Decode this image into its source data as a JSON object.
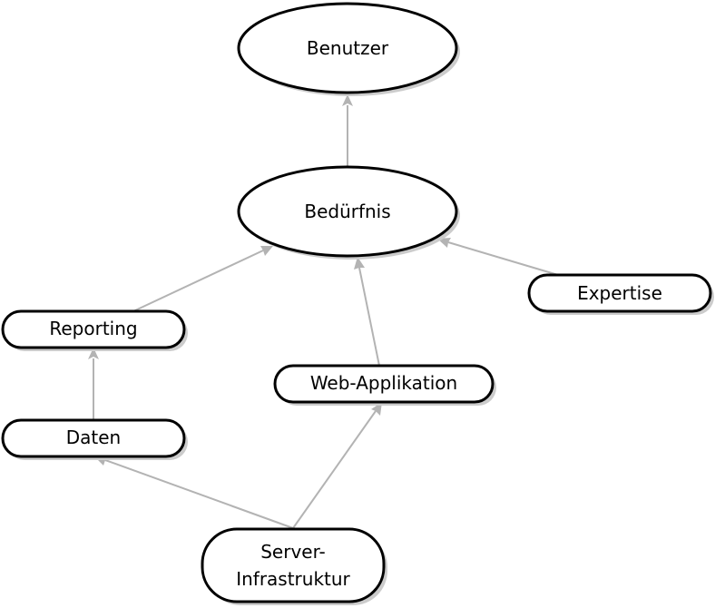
{
  "nodes": {
    "benutzer": {
      "label": "Benutzer"
    },
    "beduerfnis": {
      "label": "Bedürfnis"
    },
    "expertise": {
      "label": "Expertise"
    },
    "reporting": {
      "label": "Reporting"
    },
    "web_applikation": {
      "label": "Web-Applikation"
    },
    "daten": {
      "label": "Daten"
    },
    "server_infrastruktur": {
      "label_line1": "Server-",
      "label_line2": "Infrastruktur"
    }
  },
  "edges": [
    {
      "from": "beduerfnis",
      "to": "benutzer"
    },
    {
      "from": "reporting",
      "to": "beduerfnis"
    },
    {
      "from": "web_applikation",
      "to": "beduerfnis"
    },
    {
      "from": "expertise",
      "to": "beduerfnis"
    },
    {
      "from": "daten",
      "to": "reporting"
    },
    {
      "from": "server_infrastruktur",
      "to": "daten"
    },
    {
      "from": "server_infrastruktur",
      "to": "web_applikation"
    }
  ],
  "colors": {
    "edge": "#b3b3b3",
    "shadow": "#cccccc",
    "border": "#000000"
  }
}
